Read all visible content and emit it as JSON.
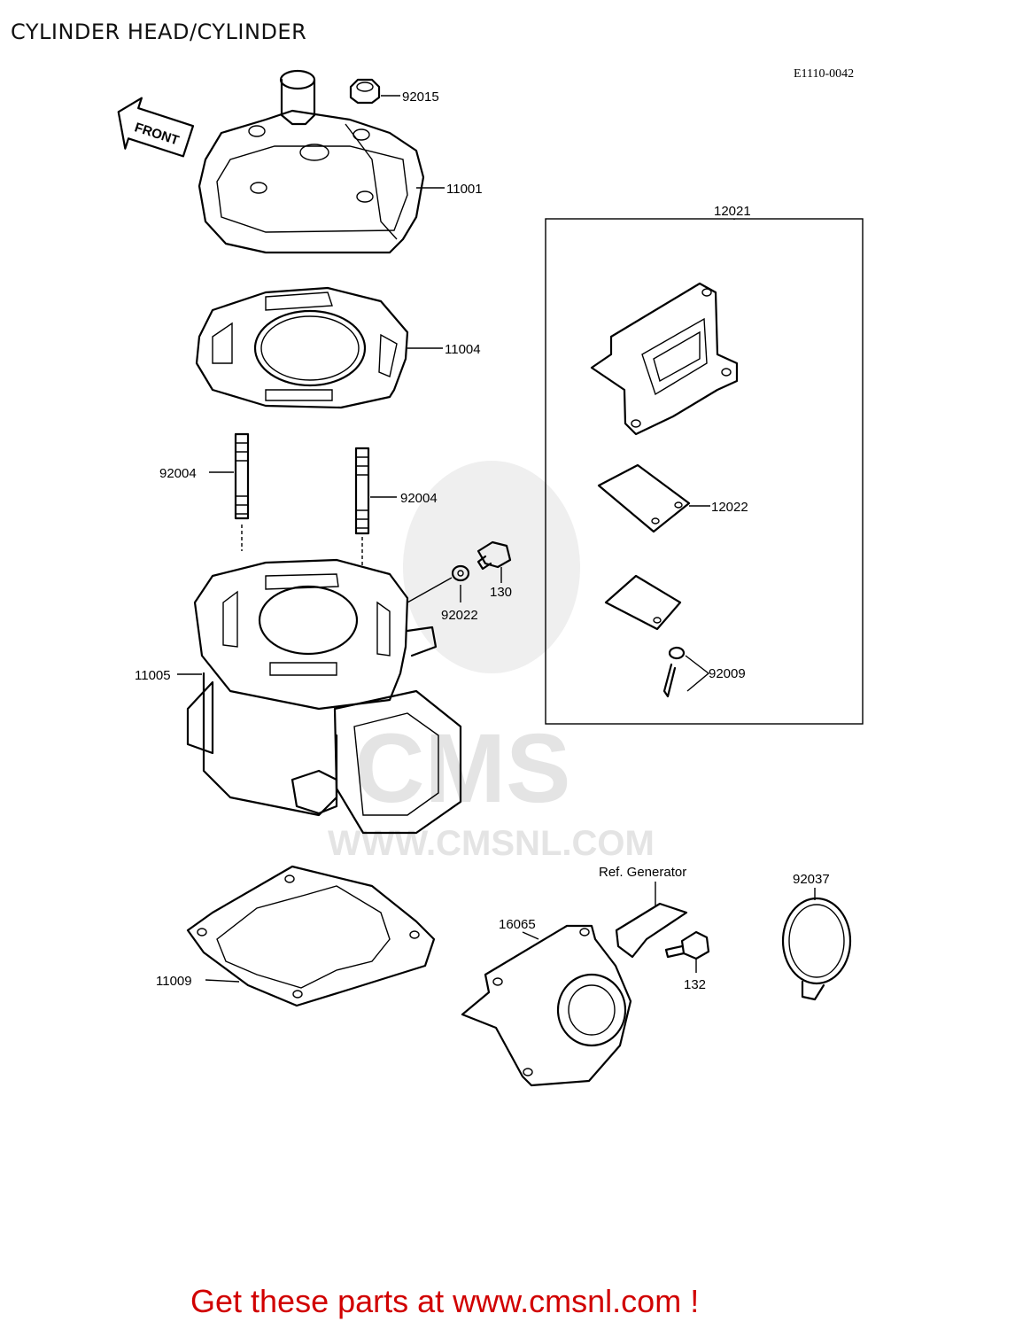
{
  "header": {
    "title": "CYLINDER HEAD/CYLINDER",
    "diagram_code": "E1110-0042"
  },
  "front_label": "FRONT",
  "parts": {
    "p92015": "92015",
    "p11001": "11001",
    "p12021": "12021",
    "p11004": "11004",
    "p92004_left": "92004",
    "p92004_right": "92004",
    "p12022": "12022",
    "p130": "130",
    "p92022": "92022",
    "p92009": "92009",
    "p11005": "11005",
    "p_ref_generator": "Ref. Generator",
    "p92037": "92037",
    "p16065": "16065",
    "p11009": "11009",
    "p132": "132"
  },
  "watermark": {
    "brand": "CMS",
    "url": "WWW.CMSNL.COM"
  },
  "footer": {
    "cta": "Get these parts at www.cmsnl.com !"
  },
  "colors": {
    "footer_text": "#d10000",
    "watermark": "#e4e4e4"
  }
}
